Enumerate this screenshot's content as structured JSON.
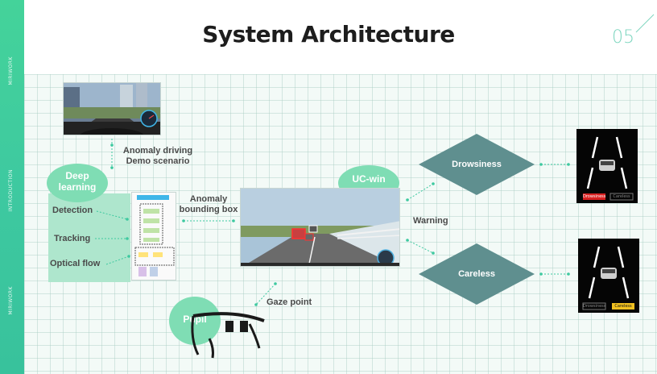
{
  "title": "System Architecture",
  "page_number": "05",
  "sidebar": {
    "sections": [
      "MIRIWORK",
      "INTRODUCTION",
      "MIRIWORK"
    ]
  },
  "labels": {
    "anomaly_driving": "Anomaly driving\nDemo scenario",
    "anomaly_bbox": "Anomaly\nbounding box",
    "warning": "Warning",
    "gaze_point": "Gaze point"
  },
  "nodes": {
    "deep_learning": "Deep\nlearning",
    "uc_win": "UC-win",
    "pupil": "Pupil",
    "drowsiness": "Drowsiness",
    "careless": "Careless"
  },
  "deep_learning_items": [
    "Detection",
    "Tracking",
    "Optical flow"
  ],
  "screens": {
    "top_left": "Drowsiness",
    "top_right": "Careless",
    "bottom_left": "Drowsiness",
    "bottom_right": "Careless"
  },
  "colors": {
    "accent": "#3ec9a0",
    "diamond": "#5f8f8f",
    "light_green": "#aee6cd",
    "connector": "#3ec9a0",
    "alert_red": "#d92020",
    "alert_yellow": "#f0c020"
  }
}
